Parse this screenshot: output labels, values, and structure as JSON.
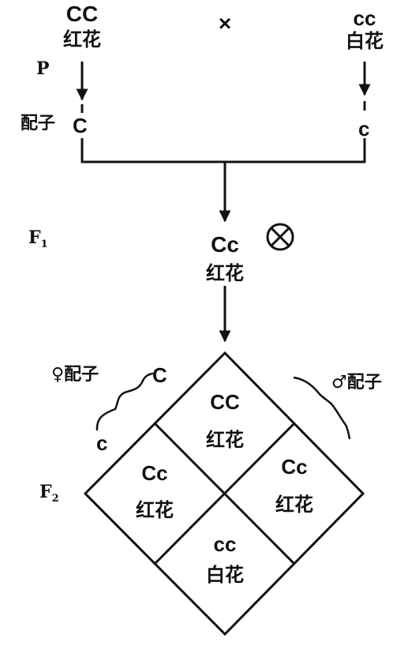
{
  "parents": {
    "left": {
      "genotype": "CC",
      "phenotype": "红花"
    },
    "right": {
      "genotype": "cc",
      "phenotype": "白花"
    },
    "cross_symbol": "×"
  },
  "generation_labels": {
    "p": "P",
    "f1": "F",
    "f1_sub": "1",
    "f2": "F",
    "f2_sub": "2"
  },
  "gamete_label": "配子",
  "parent_gametes": {
    "left": "C",
    "right": "c"
  },
  "f1": {
    "genotype": "Cc",
    "phenotype": "红花",
    "selfing_symbol": "⊗"
  },
  "f2_gametes": {
    "female_symbol": "♀",
    "male_symbol": "♂",
    "label": "配子",
    "female_top": "C",
    "female_bottom": "c"
  },
  "punnett": {
    "top": {
      "genotype": "CC",
      "phenotype": "红花"
    },
    "left": {
      "genotype": "Cc",
      "phenotype": "红花"
    },
    "right": {
      "genotype": "Cc",
      "phenotype": "红花"
    },
    "bottom": {
      "genotype": "cc",
      "phenotype": "白花"
    }
  },
  "colors": {
    "ink": "#111111",
    "background": "#ffffff"
  }
}
